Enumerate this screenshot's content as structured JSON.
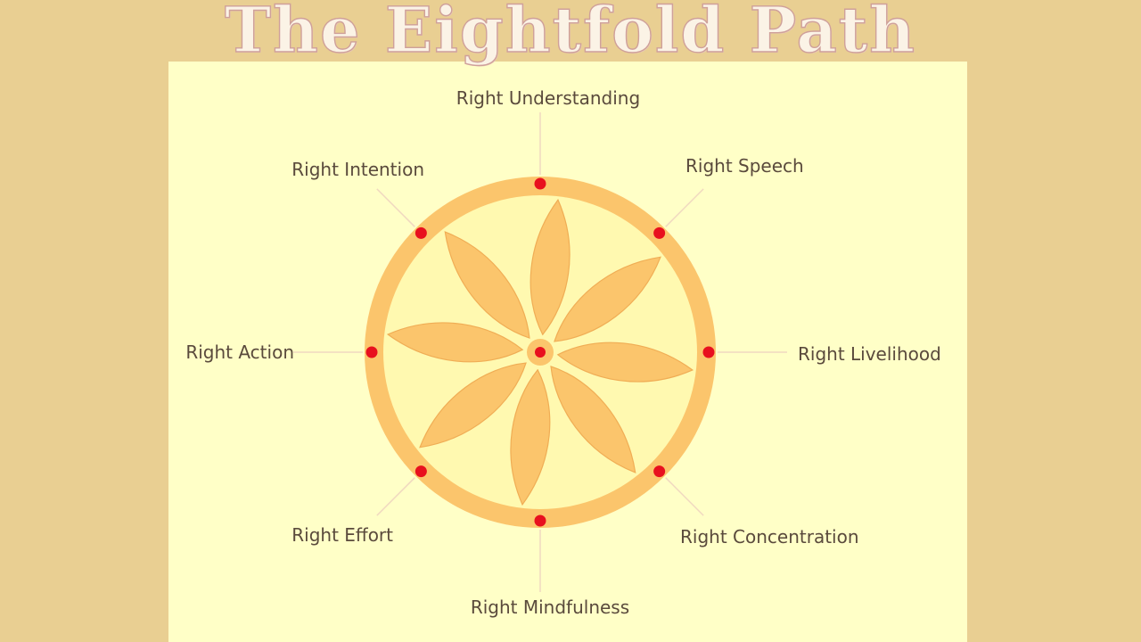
{
  "title": "The Eightfold Path",
  "colors": {
    "page_background": "#e9cf92",
    "panel_background": "#ffffc7",
    "wheel_rim": "#fbc56c",
    "wheel_inner": "#fff9b0",
    "petal_fill": "#fbc56c",
    "petal_stroke": "#f0ad55",
    "spoke_dot": "#e8101e",
    "leader_line": "#f0d8c0",
    "label_text": "#5a4a3c"
  },
  "wheel": {
    "spokes": [
      {
        "label": "Right Understanding",
        "direction": "top"
      },
      {
        "label": "Right Speech",
        "direction": "top-right"
      },
      {
        "label": "Right Livelihood",
        "direction": "right"
      },
      {
        "label": "Right Concentration",
        "direction": "bottom-right"
      },
      {
        "label": "Right Mindfulness",
        "direction": "bottom"
      },
      {
        "label": "Right Effort",
        "direction": "bottom-left"
      },
      {
        "label": "Right Action",
        "direction": "left"
      },
      {
        "label": "Right Intention",
        "direction": "top-left"
      }
    ]
  }
}
